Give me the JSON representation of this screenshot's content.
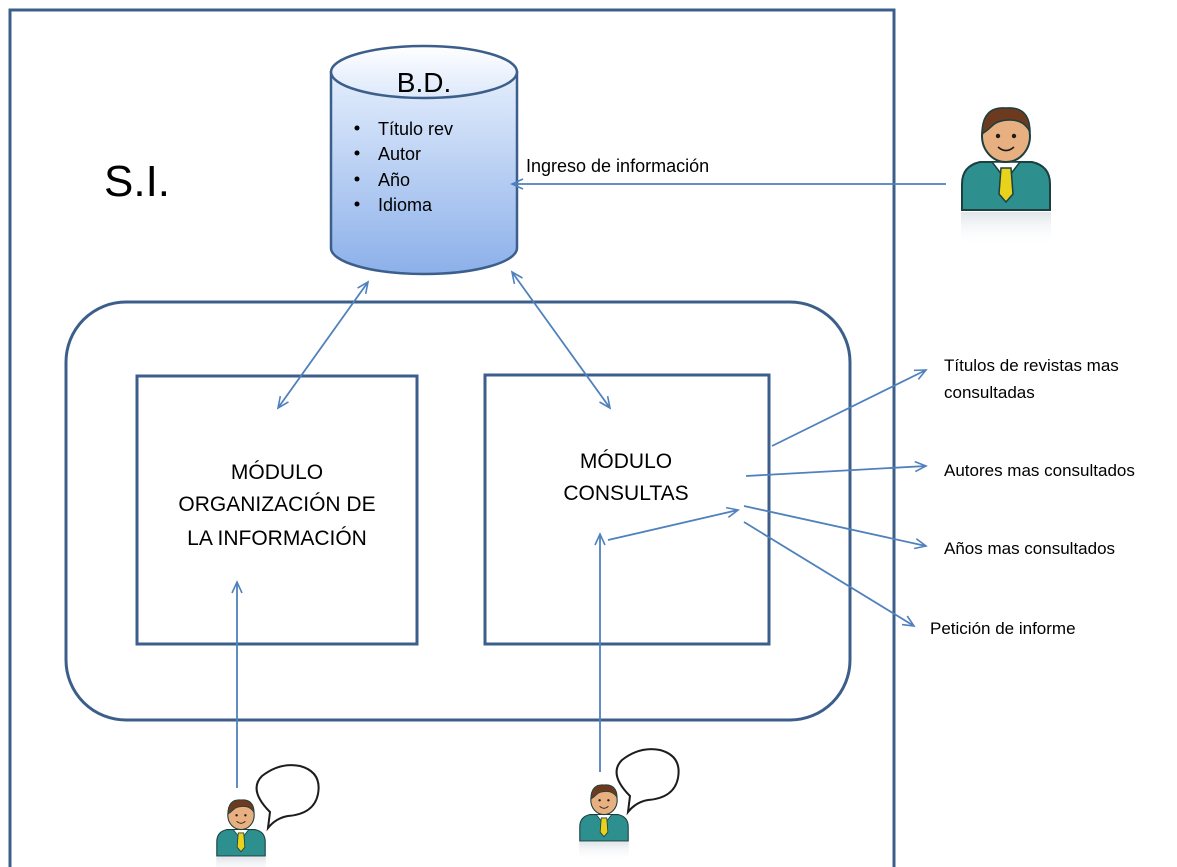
{
  "system": {
    "label": "S.I."
  },
  "database": {
    "title": "B.D.",
    "fields": [
      "Título rev",
      "Autor",
      "Año",
      "Idioma"
    ]
  },
  "input_flow": {
    "label": "Ingreso de información"
  },
  "modules": {
    "organizacion": {
      "lines": [
        "MÓDULO",
        "ORGANIZACIÓN DE",
        "LA INFORMACIÓN"
      ]
    },
    "consultas": {
      "lines": [
        "MÓDULO",
        "CONSULTAS"
      ]
    }
  },
  "outputs": [
    {
      "lines": [
        "Títulos de revistas mas",
        "consultadas"
      ]
    },
    {
      "lines": [
        "Autores mas consultados"
      ]
    },
    {
      "lines": [
        "Años mas consultados"
      ]
    },
    {
      "lines": [
        "Petición de informe"
      ]
    }
  ],
  "colors": {
    "border": "#3c5e8b",
    "arrow": "#4f81bd",
    "person_body": "#2e8f8f",
    "person_skin": "#e8b080",
    "person_hair": "#6b3a1f",
    "tie": "#e8d21c",
    "db_top": "#dce8fb",
    "db_bottom": "#8fb3ec"
  },
  "icons": [
    "user-icon",
    "speech-bubble-icon",
    "database-icon"
  ]
}
